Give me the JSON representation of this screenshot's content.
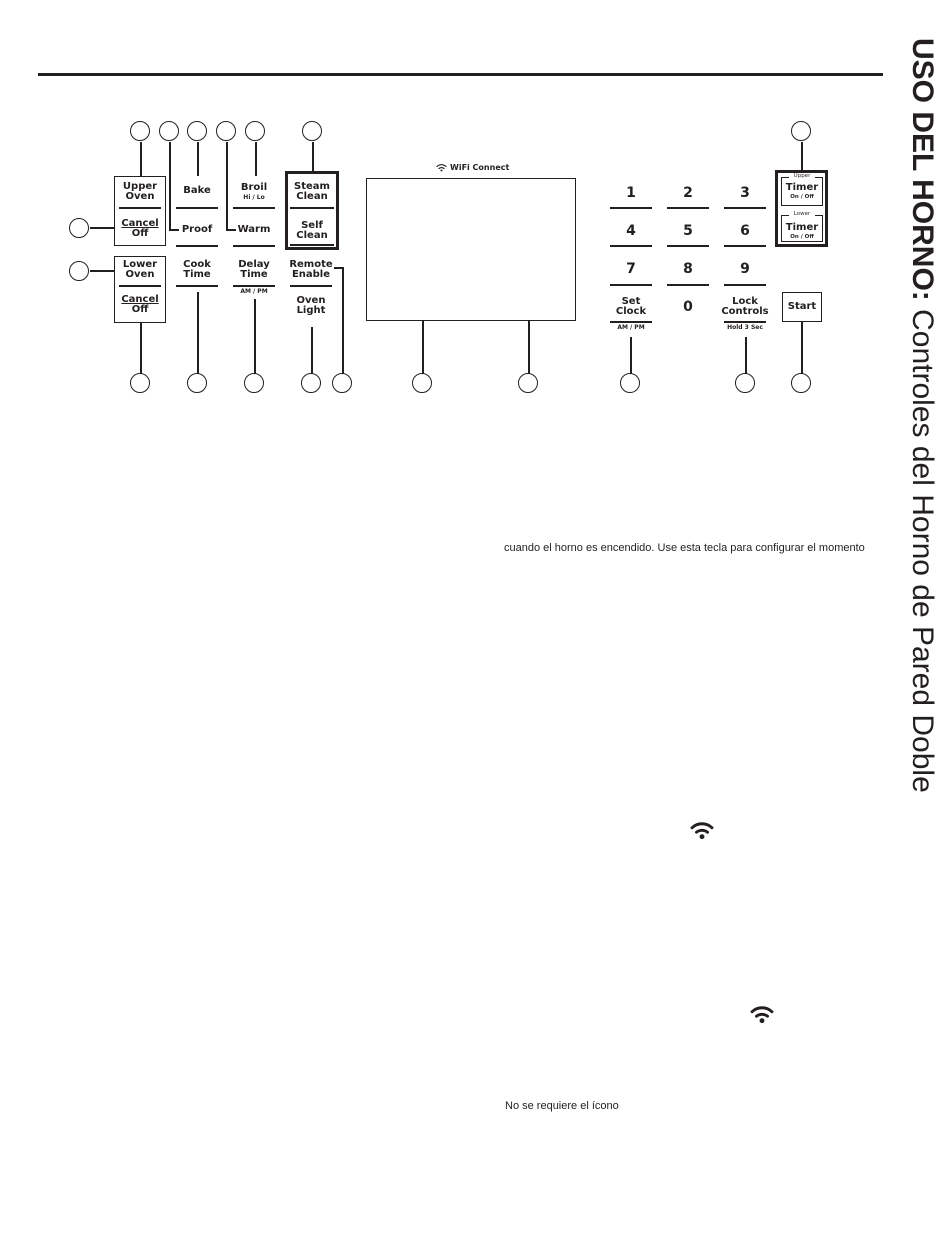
{
  "sidebar": {
    "title_bold": "USO DEL HORNO:",
    "title_regular": " Controles del Horno de Pared Doble"
  },
  "panel": {
    "wifi_connect": "WiFi Connect",
    "upper_oven": [
      "Upper",
      "Oven"
    ],
    "cancel_off_upper": [
      "Cancel",
      "Off"
    ],
    "lower_oven": [
      "Lower",
      "Oven"
    ],
    "cancel_off_lower": [
      "Cancel",
      "Off"
    ],
    "bake": "Bake",
    "proof": "Proof",
    "cook_time": [
      "Cook",
      "Time"
    ],
    "broil": "Broil",
    "broil_sub": "Hi / Lo",
    "warm": "Warm",
    "delay_time": [
      "Delay",
      "Time"
    ],
    "delay_sub": "AM / PM",
    "steam_clean": [
      "Steam",
      "Clean"
    ],
    "self_clean": [
      "Self",
      "Clean"
    ],
    "remote_enable": [
      "Remote",
      "Enable"
    ],
    "oven_light": [
      "Oven",
      "Light"
    ],
    "digits": [
      "1",
      "2",
      "3",
      "4",
      "5",
      "6",
      "7",
      "8",
      "9",
      "0"
    ],
    "set_clock": [
      "Set",
      "Clock"
    ],
    "set_clock_sub": "AM / PM",
    "lock_controls": [
      "Lock",
      "Controls"
    ],
    "lock_sub": "Hold 3 Sec",
    "upper_timer_tag": "Upper",
    "lower_timer_tag": "Lower",
    "timer": "Timer",
    "timer_sub": "On / Off",
    "start": "Start"
  },
  "body_text": {
    "line1": "cuando el horno es encendido. Use esta tecla para configurar el momento",
    "line2": "No se requiere el ícono"
  },
  "icons": {
    "wifi": "wifi-icon"
  }
}
